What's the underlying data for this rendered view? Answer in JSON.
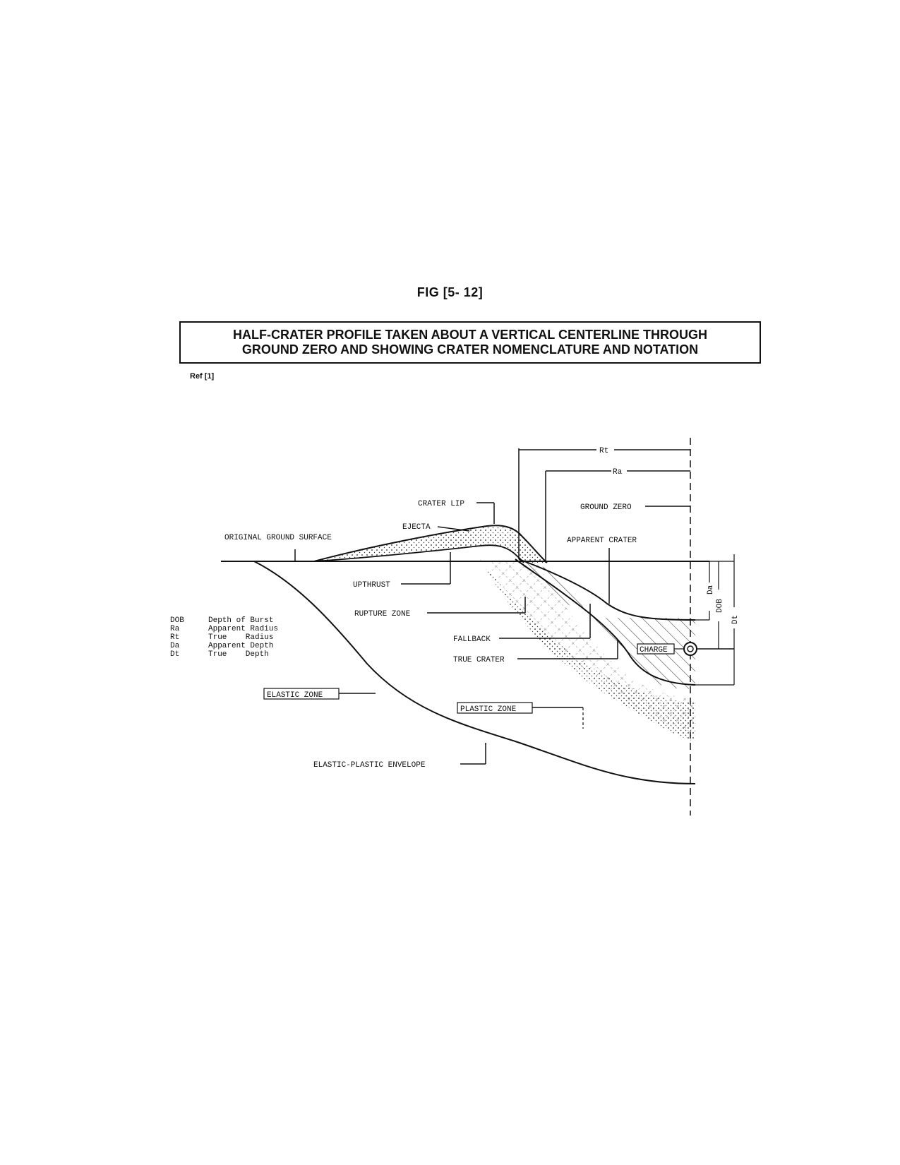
{
  "figure": {
    "number": "FIG [5- 12]",
    "title_line1": "HALF-CRATER PROFILE TAKEN ABOUT A VERTICAL CENTERLINE THROUGH",
    "title_line2": "GROUND ZERO AND SHOWING CRATER NOMENCLATURE AND NOTATION",
    "reference": "Ref [1]"
  },
  "labels": {
    "rt": "Rt",
    "ra": "Ra",
    "ground_zero": "GROUND ZERO",
    "crater_lip": "CRATER LIP",
    "ejecta": "EJECTA",
    "original_ground_surface": "ORIGINAL GROUND SURFACE",
    "apparent_crater": "APPARENT CRATER",
    "upthrust": "UPTHRUST",
    "rupture_zone": "RUPTURE ZONE",
    "fallback": "FALLBACK",
    "true_crater": "TRUE CRATER",
    "charge": "CHARGE",
    "elastic_zone": "ELASTIC ZONE",
    "plastic_zone": "PLASTIC ZONE",
    "elastic_plastic_envelope": "ELASTIC-PLASTIC ENVELOPE",
    "da": "Da",
    "dob": "DOB",
    "dt": "Dt"
  },
  "legend": [
    {
      "abbr": "DOB",
      "desc": "Depth of Burst"
    },
    {
      "abbr": "Ra",
      "desc": "Apparent Radius"
    },
    {
      "abbr": "Rt",
      "desc": "True    Radius"
    },
    {
      "abbr": "Da",
      "desc": "Apparent Depth"
    },
    {
      "abbr": "Dt",
      "desc": "True    Depth"
    }
  ]
}
